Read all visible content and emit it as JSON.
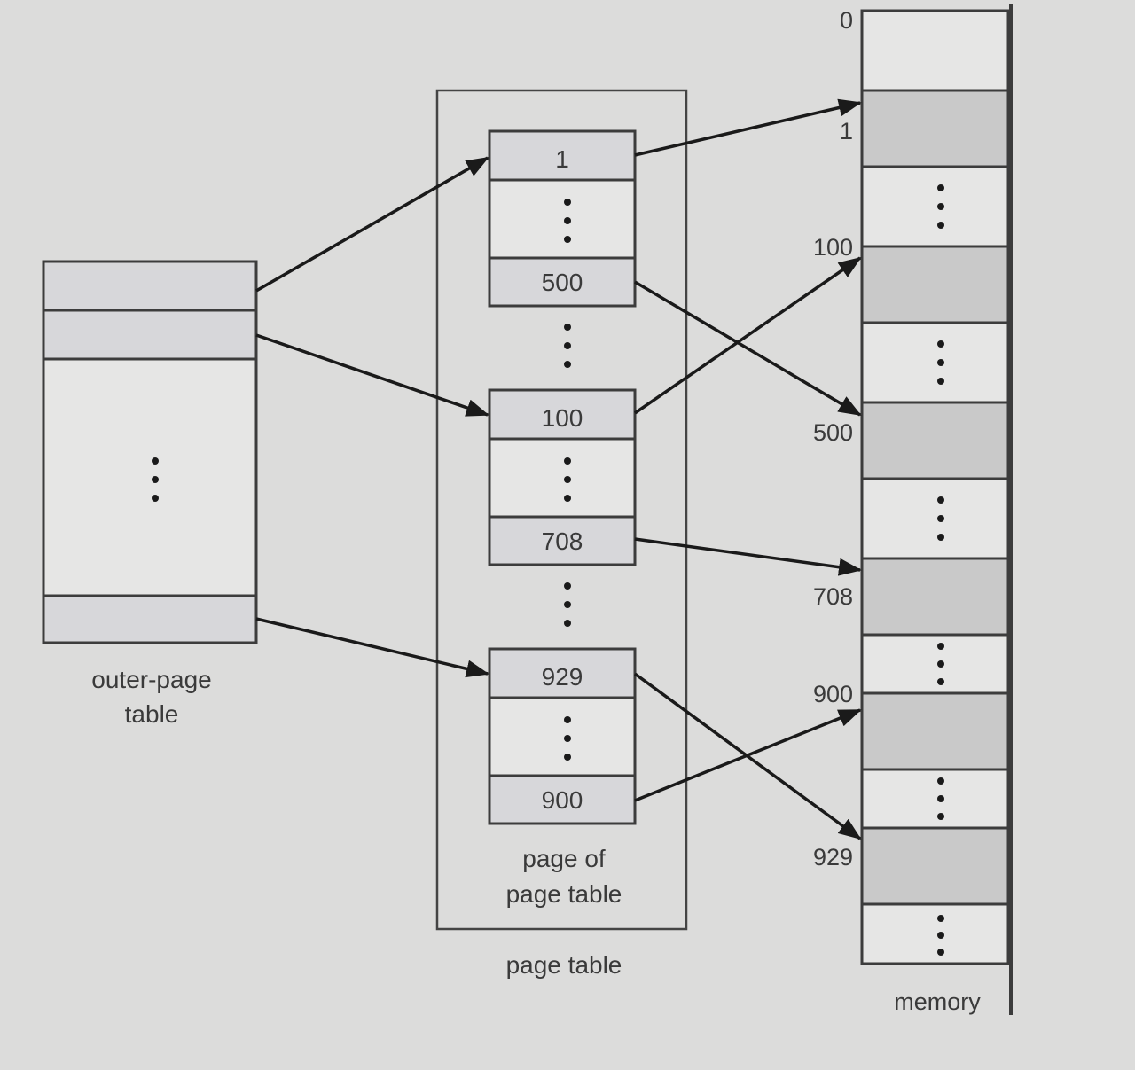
{
  "outer_page_table": {
    "label_line1": "outer-page",
    "label_line2": "table"
  },
  "page_table": {
    "label": "page table",
    "page_of_page_table_line1": "page of",
    "page_of_page_table_line2": "page table",
    "entries": [
      "1",
      "500",
      "100",
      "708",
      "929",
      "900"
    ]
  },
  "memory": {
    "label": "memory",
    "addresses": [
      "0",
      "1",
      "100",
      "500",
      "708",
      "900",
      "929"
    ]
  },
  "colors": {
    "background": "#dcdcdb",
    "entry_fill": "#d7d7da",
    "memory_frame_fill": "#c9c9c9",
    "line": "#1a1a1a"
  }
}
